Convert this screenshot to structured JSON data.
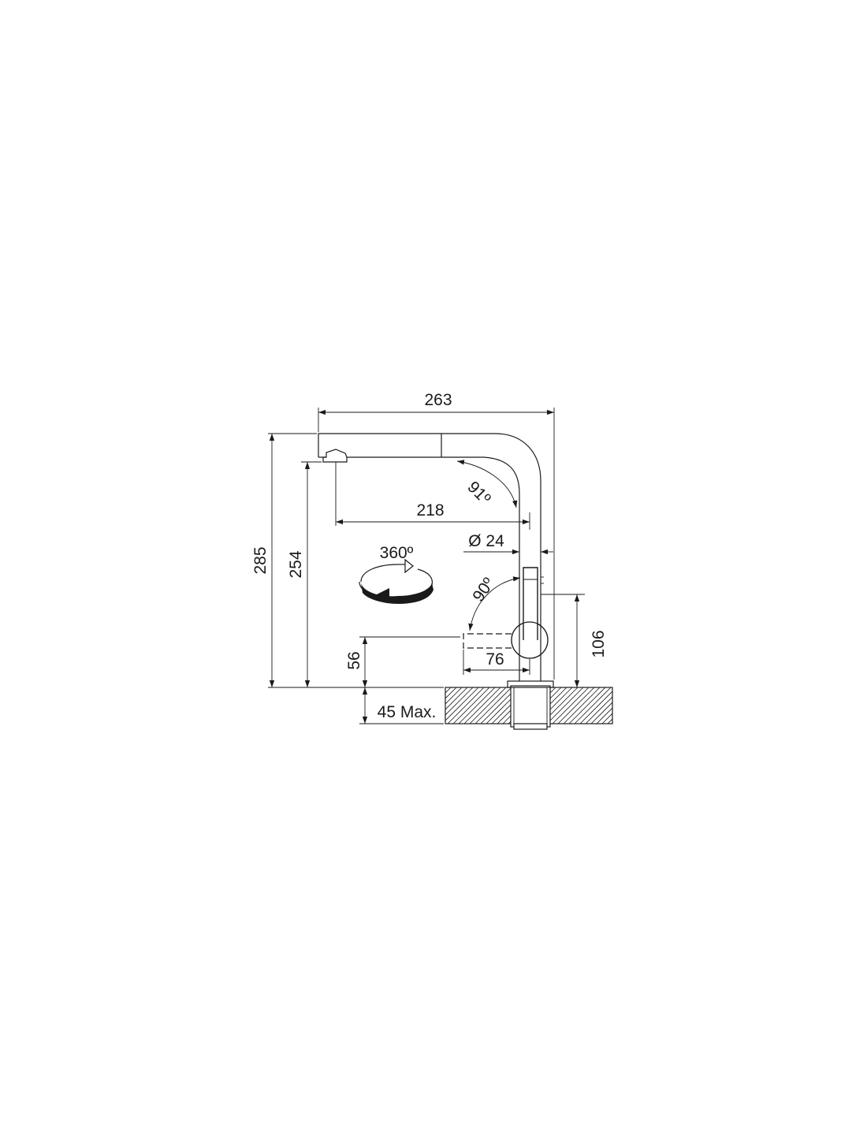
{
  "dimensions": {
    "overall_width": "263",
    "overall_height": "285",
    "spout_height": "254",
    "spout_reach": "218",
    "spout_angle": "91º",
    "spout_diameter": "Ø 24",
    "swivel": "360º",
    "lever_angle": "90º",
    "body_height": "106",
    "lever_height": "56",
    "lever_reach": "76",
    "max_deck_thickness": "45 Max."
  },
  "icons": {
    "swivel": "rotate-360-icon",
    "spout_arrow": "arc-arrow-icon",
    "lever_arrow": "arc-arrow-icon"
  },
  "colors": {
    "line": "#1a1a1a",
    "background": "#ffffff"
  }
}
